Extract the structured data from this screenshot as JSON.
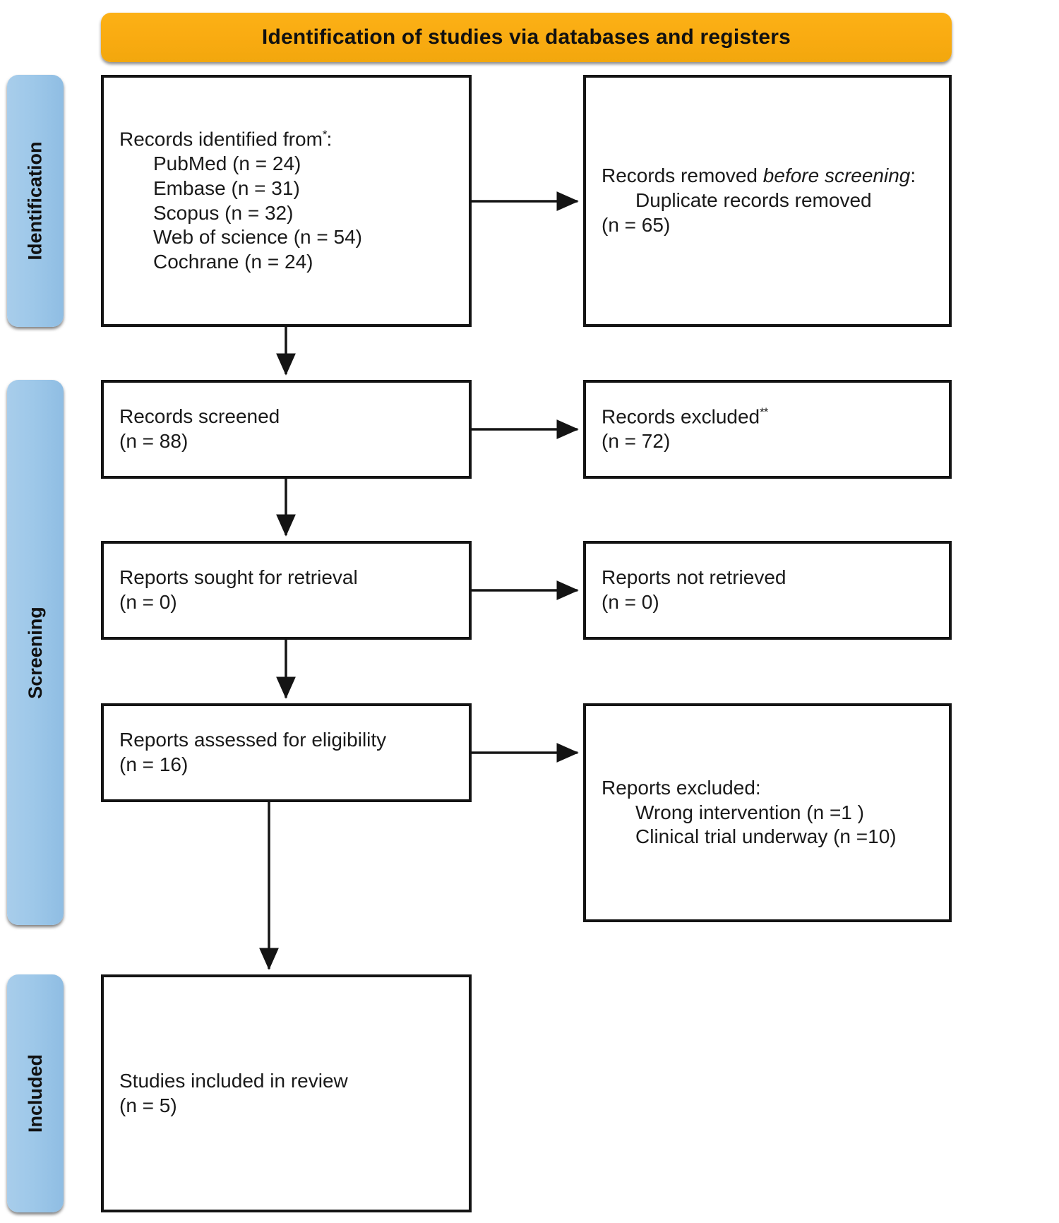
{
  "header": {
    "title": "Identification of studies via databases and registers",
    "color": "#f9ab11"
  },
  "rails": {
    "color": "#9ec8e9",
    "items": [
      {
        "label": "Identification"
      },
      {
        "label": "Screening"
      },
      {
        "label": "Included"
      }
    ]
  },
  "boxes": {
    "identified": {
      "title": "Records identified from",
      "marker": "*",
      "colon": ":",
      "sources": [
        "PubMed (n = 24)",
        "Embase (n = 31)",
        "Scopus (n = 32)",
        "Web of science (n = 54)",
        "Cochrane (n = 24)"
      ]
    },
    "removed": {
      "lead": "Records removed ",
      "emphasis": "before screening",
      "colon": ":",
      "detail": "Duplicate records removed",
      "count": "(n = 65)"
    },
    "screened": {
      "title": "Records screened",
      "count": "(n = 88)"
    },
    "records_excluded": {
      "title": "Records excluded",
      "marker": "**",
      "count": "(n = 72)"
    },
    "sought": {
      "title": "Reports sought for retrieval",
      "count": "(n = 0)"
    },
    "not_retrieved": {
      "title": "Reports not retrieved",
      "count": "(n = 0)"
    },
    "assessed": {
      "title": "Reports assessed for eligibility",
      "count": "(n = 16)"
    },
    "reports_excluded": {
      "title": "Reports excluded:",
      "reasons": [
        "Wrong intervention (n =1 )",
        "Clinical trial underway (n =10)"
      ]
    },
    "included": {
      "title": "Studies included in review",
      "count": "(n = 5)"
    }
  }
}
